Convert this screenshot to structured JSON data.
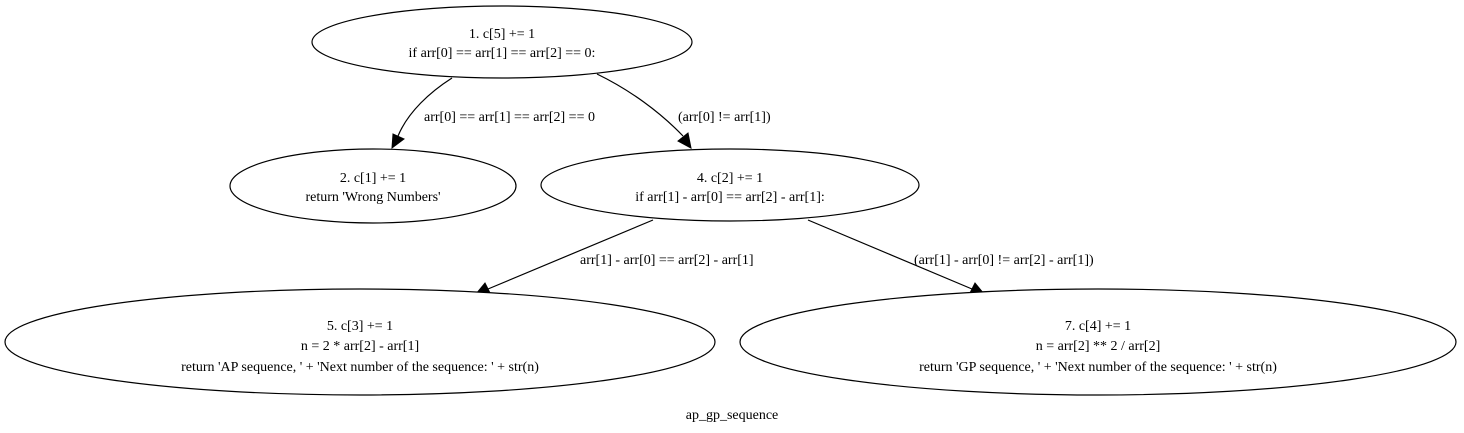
{
  "graph": {
    "title": "ap_gp_sequence"
  },
  "nodes": [
    {
      "id": "n1",
      "lines": [
        "1. c[5] += 1",
        "if arr[0] == arr[1] == arr[2] == 0:"
      ]
    },
    {
      "id": "n2",
      "lines": [
        "2. c[1] += 1",
        "return 'Wrong Numbers'"
      ]
    },
    {
      "id": "n4",
      "lines": [
        "4. c[2] += 1",
        "if arr[1] - arr[0] == arr[2] - arr[1]:"
      ]
    },
    {
      "id": "n5",
      "lines": [
        "5. c[3] += 1",
        "n = 2 * arr[2] - arr[1]",
        "return 'AP sequence, ' + 'Next number of the sequence: ' + str(n)"
      ]
    },
    {
      "id": "n7",
      "lines": [
        "7. c[4] += 1",
        "n = arr[2] ** 2 / arr[2]",
        "return 'GP sequence, ' + 'Next number of the sequence:  ' + str(n)"
      ]
    }
  ],
  "edges": [
    {
      "from": "n1",
      "to": "n2",
      "label": "arr[0] == arr[1] == arr[2] == 0"
    },
    {
      "from": "n1",
      "to": "n4",
      "label": "(arr[0] != arr[1])"
    },
    {
      "from": "n4",
      "to": "n5",
      "label": "arr[1] - arr[0] == arr[2] - arr[1]"
    },
    {
      "from": "n4",
      "to": "n7",
      "label": "(arr[1] - arr[0] != arr[2] - arr[1])"
    }
  ]
}
